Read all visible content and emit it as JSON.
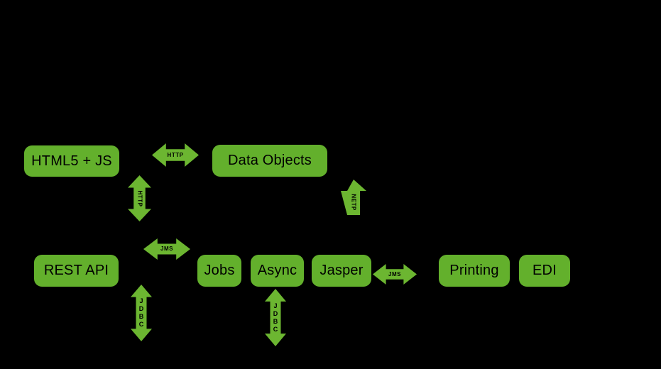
{
  "diagram": {
    "background_color": "#000000",
    "node_fill_color": "#63B02C",
    "arrow_fill_color": "#6CB631",
    "text_color": "#000000",
    "nodes": {
      "html5_js": {
        "label": "HTML5 + JS"
      },
      "data_objects": {
        "label": "Data Objects"
      },
      "rest_api": {
        "label": "REST API"
      },
      "jobs": {
        "label": "Jobs"
      },
      "async": {
        "label": "Async"
      },
      "jasper": {
        "label": "Jasper"
      },
      "printing": {
        "label": "Printing"
      },
      "edi": {
        "label": "EDI"
      }
    },
    "connectors": {
      "http_horizontal": {
        "label": "HTTP",
        "type": "double-horizontal"
      },
      "http_vertical": {
        "label": "HTTP",
        "type": "double-vertical"
      },
      "netp_up": {
        "label": "NETP",
        "type": "single-up"
      },
      "jms_left": {
        "label": "JMS",
        "type": "double-horizontal"
      },
      "jms_right": {
        "label": "JMS",
        "type": "double-horizontal"
      },
      "jdbc_left": {
        "label": "JDBC",
        "type": "double-vertical"
      },
      "jdbc_right": {
        "label": "JDBC",
        "type": "double-vertical"
      }
    }
  }
}
